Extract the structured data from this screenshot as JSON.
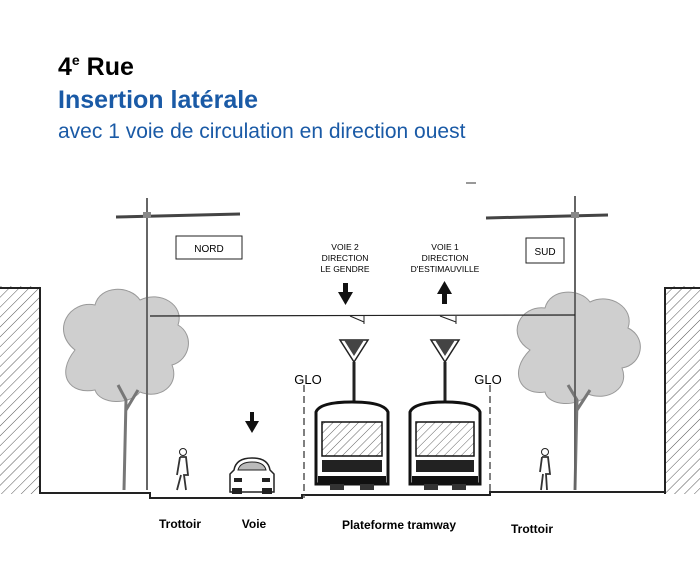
{
  "header": {
    "street_number": "4",
    "street_sup": "e",
    "street_word": " Rue",
    "title": "Insertion latérale",
    "subtitle": "avec 1 voie de circulation en direction ouest"
  },
  "diagram": {
    "north_box": "NORD",
    "south_box": "SUD",
    "voie2": [
      "VOIE 2",
      "DIRECTION",
      "LE GENDRE"
    ],
    "voie1": [
      "VOIE 1",
      "DIRECTION",
      "D'ESTIMAUVILLE"
    ],
    "glo_left": "GLO",
    "glo_right": "GLO",
    "section_labels": {
      "trottoir_left": "Trottoir",
      "voie": "Voie",
      "plateforme": "Plateforme tramway",
      "trottoir_right": "Trottoir"
    }
  },
  "colors": {
    "title_blue": "#1a5aa6",
    "line_gray": "#333333",
    "tree_gray": "#c8c8c8"
  }
}
